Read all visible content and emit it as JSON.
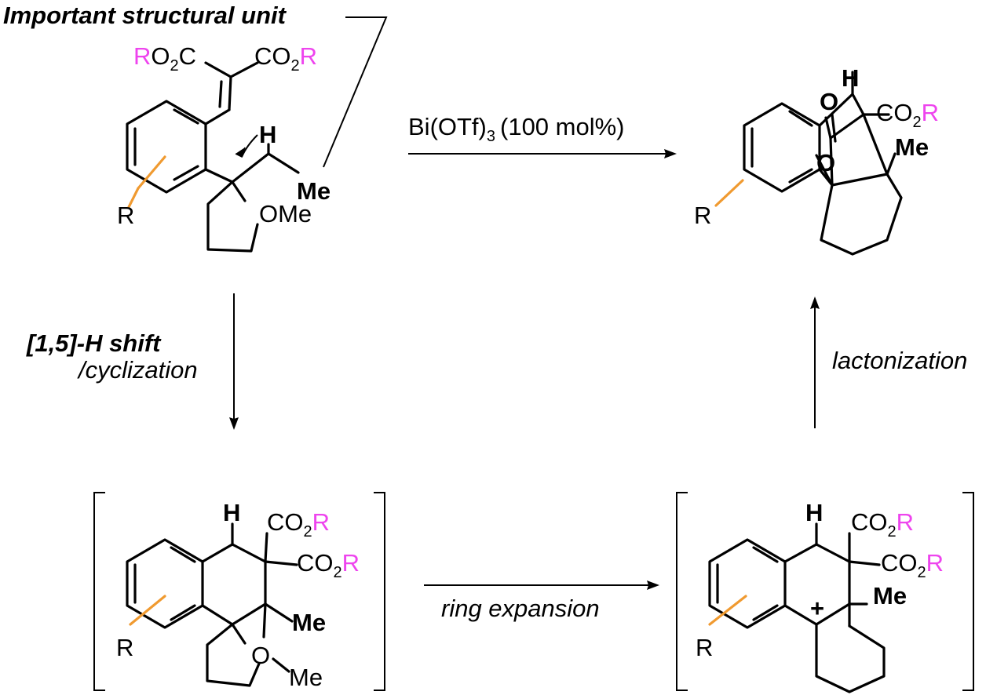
{
  "scheme": {
    "header_label": "Important structural unit",
    "reagent": "Bi(OTf)",
    "reagent_sub": "3",
    "reagent_tail": "(100 mol%)",
    "step1_line1": "[1,5]-H shift",
    "step1_line2": "/cyclization",
    "step2": "ring expansion",
    "step3": "lactonization"
  },
  "atoms": {
    "R": "R",
    "O2C": "O",
    "two": "2",
    "C": "C",
    "CO": "CO",
    "H": "H",
    "Me": "Me",
    "OMe": "OMe",
    "O": "O",
    "plus": "+",
    "dash": "–"
  },
  "colors": {
    "R_ester": "#ee44ee",
    "R_aryl": "#f09a30",
    "H": "#ee2a1a",
    "Me": "#2ed22e",
    "shift_label": "#ee2a1a",
    "ring_expansion_label": "#2222ee",
    "lactonization_label": "#ee44ee"
  }
}
